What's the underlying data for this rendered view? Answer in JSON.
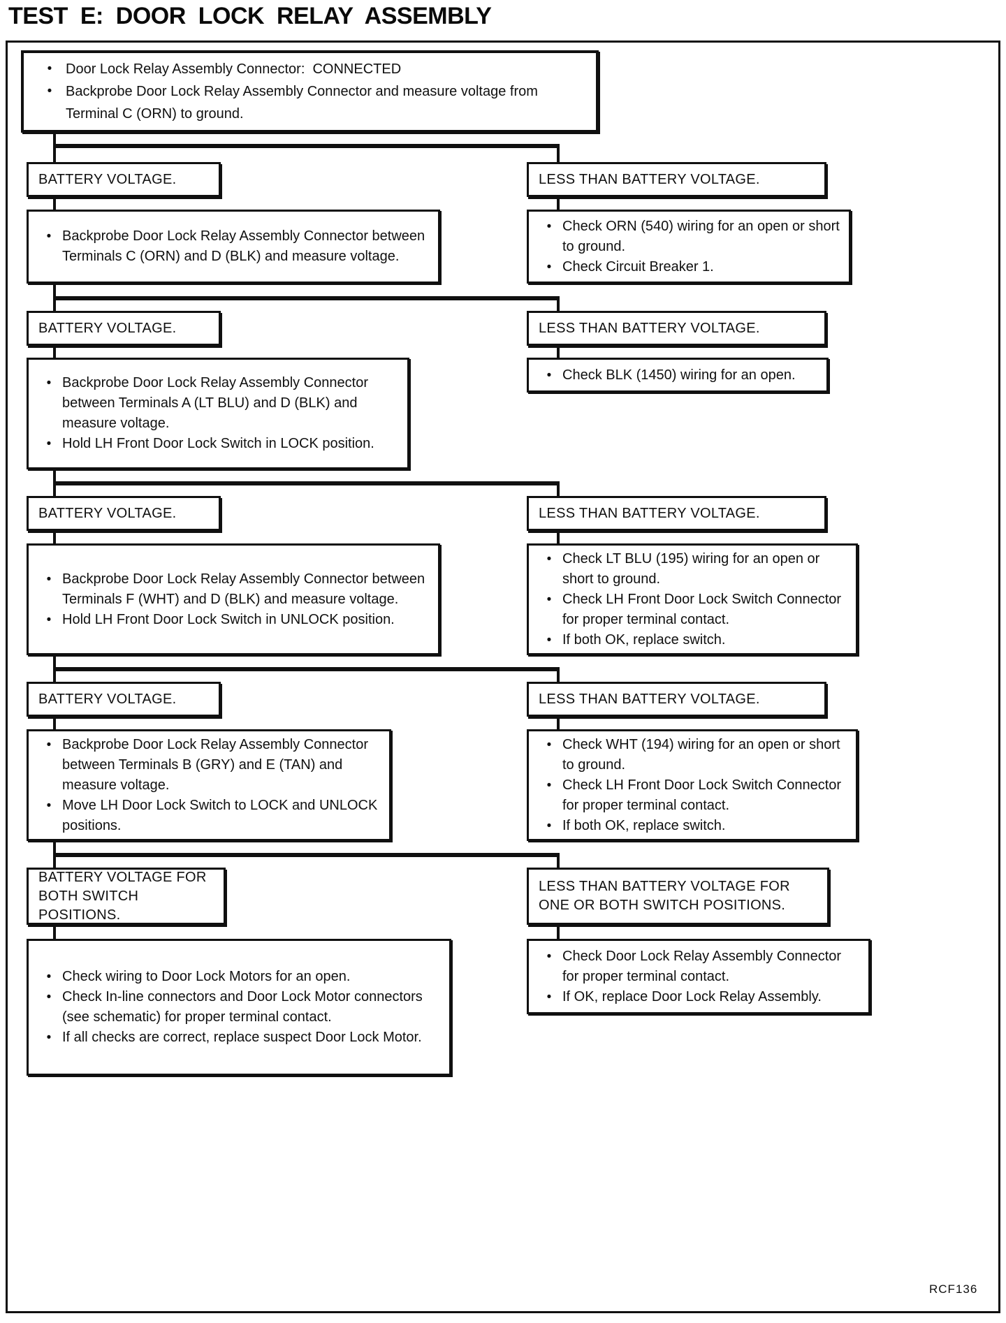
{
  "page": {
    "title": "TEST E: DOOR LOCK RELAY ASSEMBLY",
    "figure_code": "RCF136"
  },
  "flowchart": {
    "start": {
      "bullets": [
        "Door Lock Relay Assembly Connector:  CONNECTED",
        "Backprobe Door Lock Relay Assembly Connector and measure voltage from Terminal C (ORN) to ground."
      ]
    },
    "rows": [
      {
        "left": {
          "result": "BATTERY VOLTAGE.",
          "actions": [
            "Backprobe Door Lock Relay Assembly Connector between Terminals C (ORN) and D (BLK) and measure voltage."
          ]
        },
        "right": {
          "result": "LESS THAN BATTERY VOLTAGE.",
          "actions": [
            "Check ORN (540) wiring for an open or short to ground.",
            "Check Circuit Breaker 1."
          ]
        }
      },
      {
        "left": {
          "result": "BATTERY VOLTAGE.",
          "actions": [
            "Backprobe Door Lock Relay Assembly Connector between Terminals A (LT BLU) and D (BLK) and measure voltage.",
            "Hold LH Front Door Lock Switch in LOCK position."
          ]
        },
        "right": {
          "result": "LESS THAN BATTERY VOLTAGE.",
          "actions": [
            "Check BLK (1450) wiring for an open."
          ]
        }
      },
      {
        "left": {
          "result": "BATTERY VOLTAGE.",
          "actions": [
            "Backprobe Door Lock Relay Assembly Connector between Terminals F (WHT) and D (BLK) and measure voltage.",
            "Hold LH Front Door Lock Switch in UNLOCK position."
          ]
        },
        "right": {
          "result": "LESS THAN BATTERY VOLTAGE.",
          "actions": [
            "Check LT BLU (195) wiring for an open or short to ground.",
            "Check LH Front Door Lock Switch Connector for proper terminal contact.",
            "If both OK, replace switch."
          ]
        }
      },
      {
        "left": {
          "result": "BATTERY VOLTAGE.",
          "actions": [
            "Backprobe Door Lock Relay Assembly Connector between Terminals B (GRY) and E (TAN) and measure voltage.",
            "Move LH Door Lock Switch to LOCK and UNLOCK positions."
          ]
        },
        "right": {
          "result": "LESS THAN BATTERY VOLTAGE.",
          "actions": [
            "Check WHT (194) wiring for an open or short to ground.",
            "Check LH Front Door Lock Switch Connector for proper terminal contact.",
            "If both OK, replace switch."
          ]
        }
      },
      {
        "left": {
          "result": "BATTERY VOLTAGE FOR BOTH SWITCH POSITIONS.",
          "actions": [
            "Check wiring to Door Lock Motors for an open.",
            "Check In-line connectors and Door Lock Motor connectors (see schematic) for proper terminal contact.",
            "If all checks are correct, replace suspect Door Lock Motor."
          ]
        },
        "right": {
          "result": "LESS THAN BATTERY VOLTAGE FOR ONE OR BOTH SWITCH POSITIONS.",
          "actions": [
            "Check Door Lock Relay Assembly Connector for proper terminal contact.",
            "If OK, replace Door Lock Relay Assembly."
          ]
        }
      }
    ]
  }
}
